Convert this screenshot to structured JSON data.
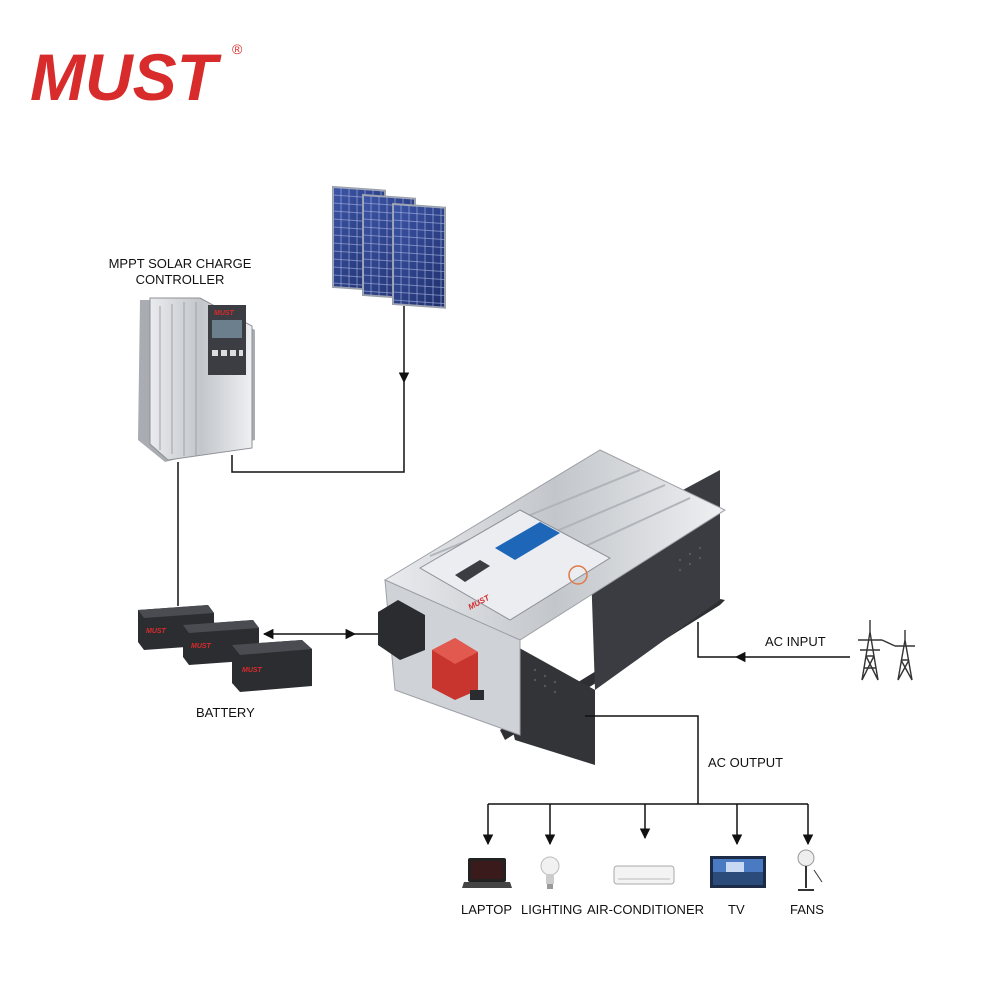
{
  "brand": {
    "name": "MUST",
    "registered": "®",
    "color": "#d82b2b"
  },
  "colors": {
    "line": "#111111",
    "panel_blue": "#2b3e8a",
    "device_silver": "#c9ccd0",
    "device_dark": "#2d2f33",
    "terminal_red": "#c8352f"
  },
  "components": {
    "controller_label": [
      "MPPT SOLAR CHARGE",
      "CONTROLLER"
    ],
    "battery_label": "BATTERY",
    "ac_input_label": "AC INPUT",
    "ac_output_label": "AC OUTPUT"
  },
  "loads": [
    {
      "label": "LAPTOP",
      "icon": "laptop-icon"
    },
    {
      "label": "LIGHTING",
      "icon": "light-bulb-icon"
    },
    {
      "label": "AIR-CONDITIONER",
      "icon": "air-conditioner-icon"
    },
    {
      "label": "TV",
      "icon": "tv-icon"
    },
    {
      "label": "FANS",
      "icon": "fan-icon"
    }
  ]
}
